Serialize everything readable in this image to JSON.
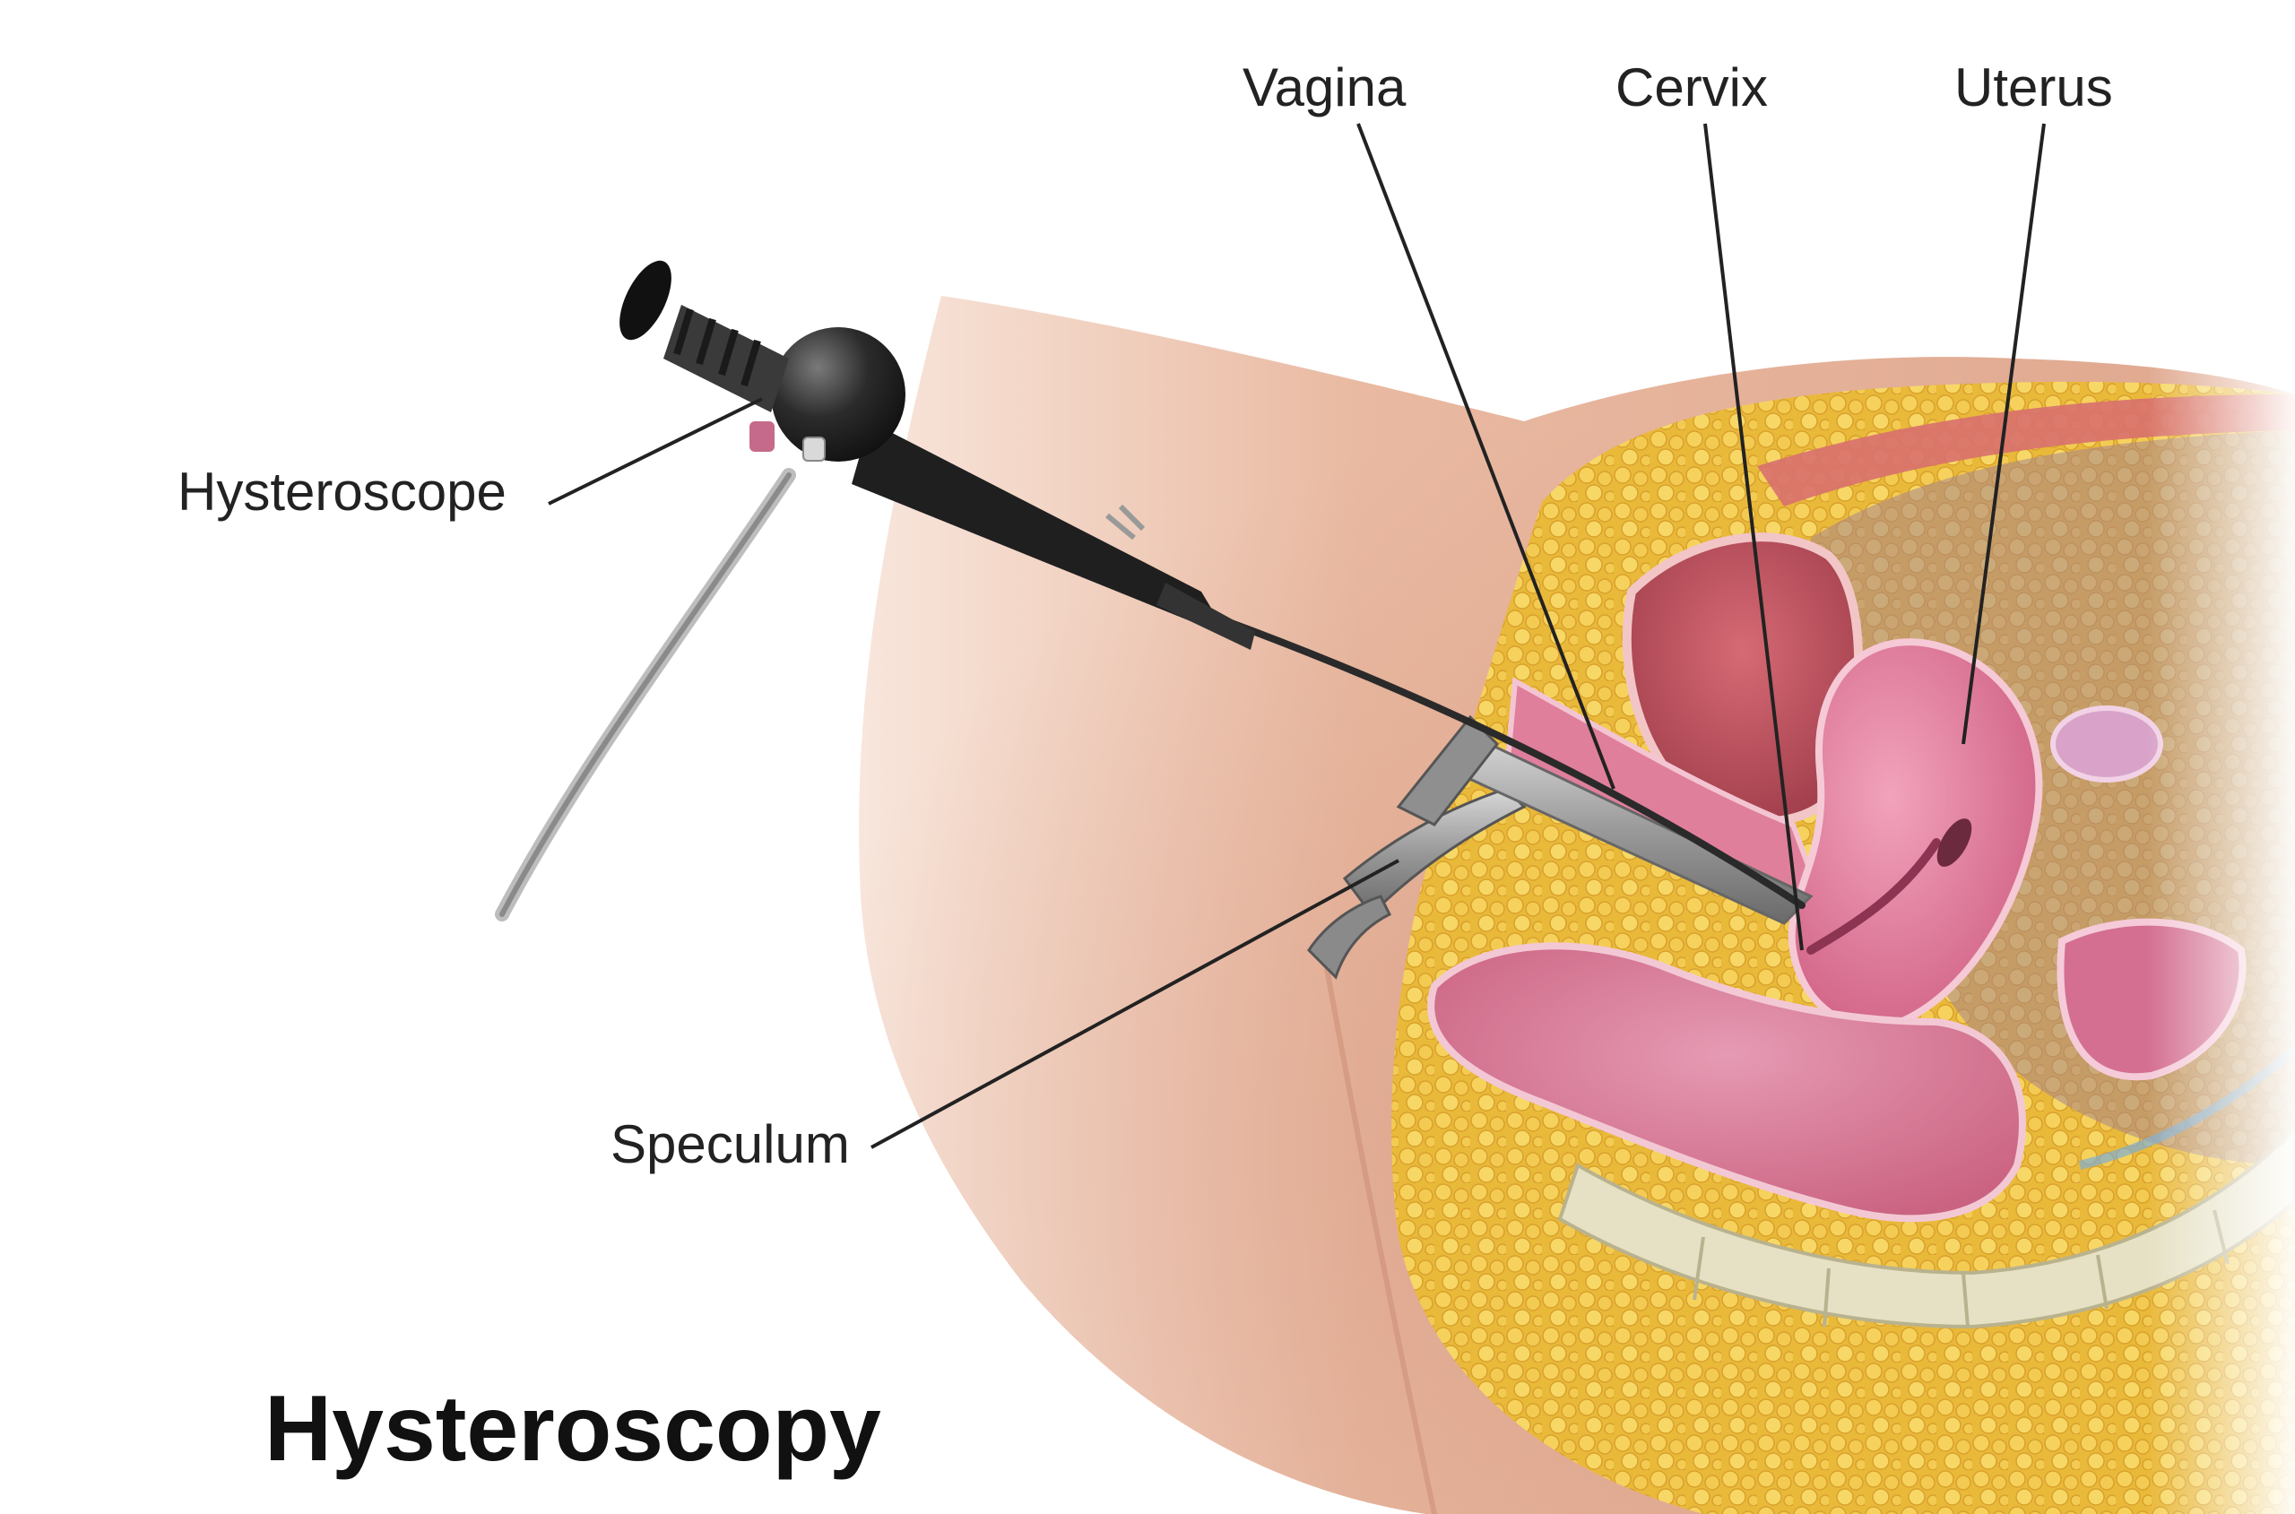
{
  "title": "Hysteroscopy",
  "labels": {
    "vagina": "Vagina",
    "cervix": "Cervix",
    "uterus": "Uterus",
    "hysteroscope": "Hysteroscope",
    "speculum": "Speculum"
  },
  "colors": {
    "background": "#ffffff",
    "skin": "#e8b8a0",
    "fat": "#f2c94a",
    "muscle": "#e3758c",
    "uterus": "#d76789",
    "bone": "#e3dfc4",
    "instrument_dark": "#262626",
    "instrument_metal": "#9a9a9a",
    "leader_line": "#222222"
  },
  "icons": {
    "hysteroscope": "hysteroscope-instrument",
    "speculum": "speculum-instrument"
  }
}
